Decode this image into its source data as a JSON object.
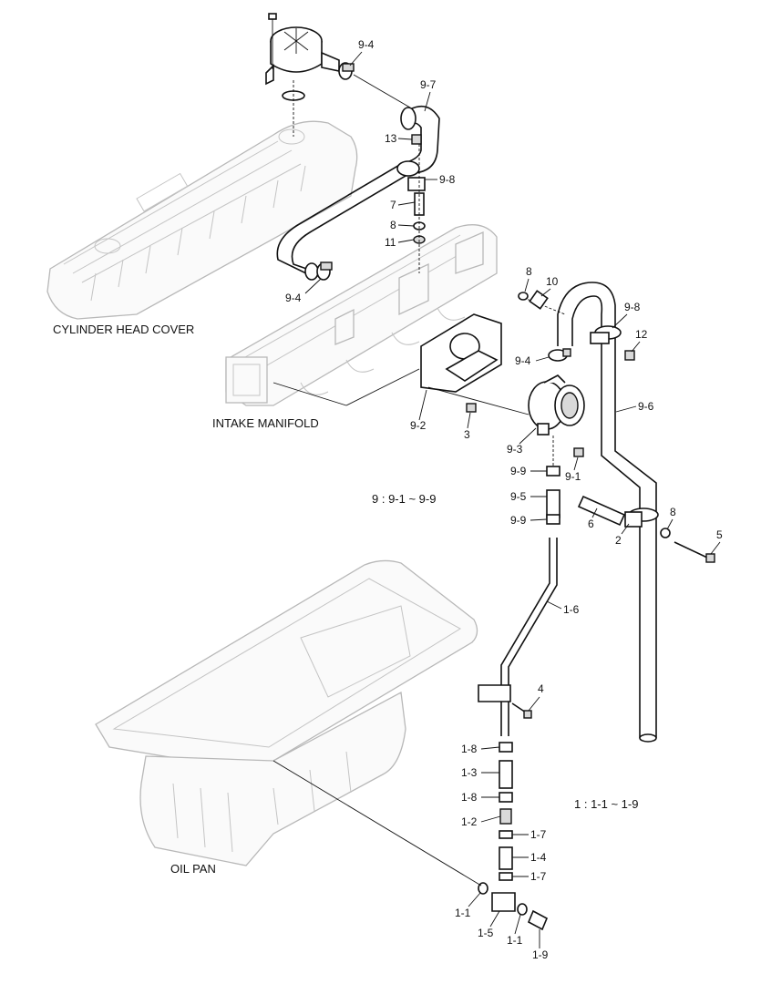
{
  "captions": {
    "cylinder_head_cover": "CYLINDER HEAD COVER",
    "intake_manifold": "INTAKE MANIFOLD",
    "oil_pan": "OIL PAN",
    "group9_range": "9 : 9-1 ~ 9-9",
    "group1_range": "1 : 1-1 ~ 1-9"
  },
  "callouts": {
    "c9_4_top": "9-4",
    "c9_7": "9-7",
    "c13": "13",
    "c9_8_left": "9-8",
    "c7": "7",
    "c8_left": "8",
    "c11": "11",
    "c9_4_mid": "9-4",
    "c8_mid": "8",
    "c10": "10",
    "c9_8_right": "9-8",
    "c12": "12",
    "c9_4_valve": "9-4",
    "c9_6": "9-6",
    "c9_2": "9-2",
    "c3": "3",
    "c9_3": "9-3",
    "c9_1": "9-1",
    "c9_9_top": "9-9",
    "c9_5": "9-5",
    "c9_9_bot": "9-9",
    "c6": "6",
    "c2": "2",
    "c8_right": "8",
    "c5": "5",
    "c1_6": "1-6",
    "c4": "4",
    "c1_8_top": "1-8",
    "c1_3": "1-3",
    "c1_8_bot": "1-8",
    "c1_2": "1-2",
    "c1_7_top": "1-7",
    "c1_4": "1-4",
    "c1_7_bot": "1-7",
    "c1_1_left": "1-1",
    "c1_5": "1-5",
    "c1_1_right": "1-1",
    "c1_9": "1-9"
  }
}
